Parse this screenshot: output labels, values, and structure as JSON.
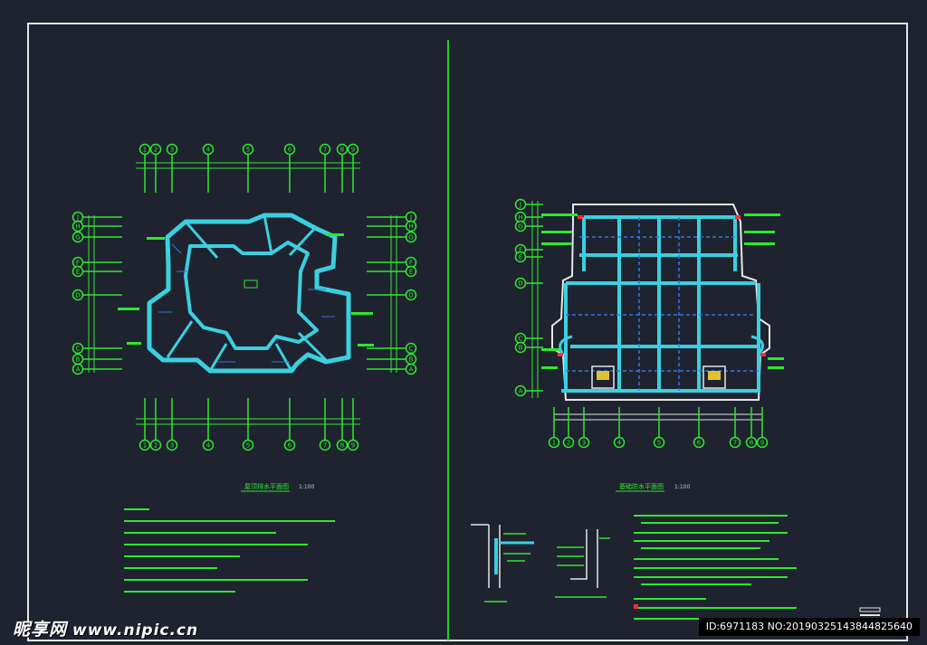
{
  "drawings": {
    "left": {
      "axis_top": [
        "1",
        "2",
        "3",
        "4",
        "5",
        "6",
        "7",
        "8",
        "9"
      ],
      "axis_side": [
        "J",
        "H",
        "G",
        "F",
        "E",
        "D",
        "C",
        "B",
        "A"
      ],
      "title": "屋顶排水平面图",
      "scale": "1:100"
    },
    "right": {
      "axis_bottom": [
        "1",
        "2",
        "3",
        "4",
        "5",
        "6",
        "7",
        "8",
        "9"
      ],
      "axis_side": [
        "J",
        "H",
        "G",
        "F",
        "E",
        "D",
        "C",
        "B",
        "A"
      ],
      "title": "基础防水平面图",
      "scale": "1:100"
    }
  },
  "colors": {
    "background": "#1f2330",
    "frame": "#e6e6e6",
    "axis": "#2ee82e",
    "wall": "#3ad0e0",
    "hatch": "#2c7be0",
    "text": "#2ee82e",
    "accent": "#ff3030",
    "divider": "#22cc22"
  },
  "watermark": {
    "logo": "昵享网",
    "site": "www.nipic.cn",
    "id_text": "ID:6971183 NO:20190325143844825640"
  }
}
